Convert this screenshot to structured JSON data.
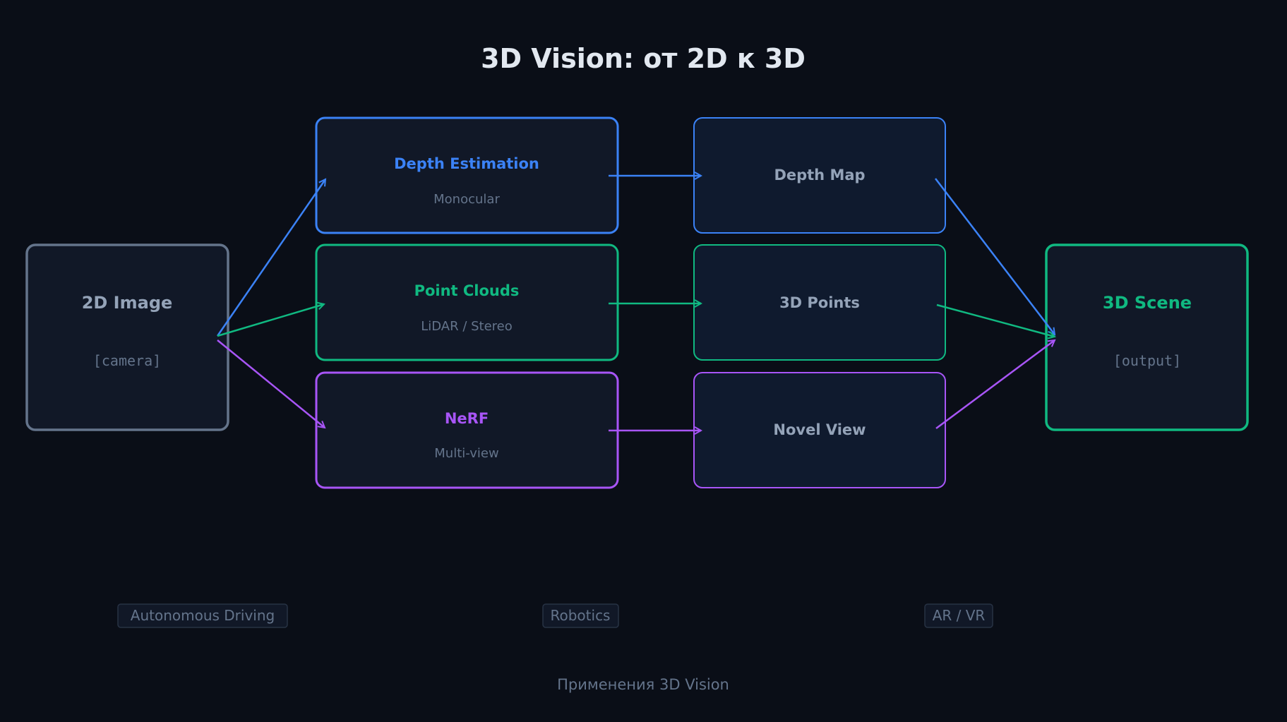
{
  "title": "3D Vision: от 2D к 3D",
  "input": {
    "title": "2D Image",
    "tag": "[camera]"
  },
  "methods": [
    {
      "title": "Depth Estimation",
      "subtitle": "Monocular",
      "color": "#3b82f6"
    },
    {
      "title": "Point Clouds",
      "subtitle": "LiDAR / Stereo",
      "color": "#10b981"
    },
    {
      "title": "NeRF",
      "subtitle": "Multi-view",
      "color": "#a855f7"
    }
  ],
  "outputs": [
    {
      "title": "Depth Map",
      "color": "#3b82f6"
    },
    {
      "title": "3D Points",
      "color": "#10b981"
    },
    {
      "title": "Novel View",
      "color": "#a855f7"
    }
  ],
  "result": {
    "title": "3D Scene",
    "tag": "[output]",
    "color": "#10b981"
  },
  "applications": [
    "Autonomous Driving",
    "Robotics",
    "AR / VR"
  ],
  "footer": "Применения 3D Vision",
  "colors": {
    "background": "#0a0e17",
    "box_fill": "#111827",
    "output_fill": "#0f1a2e",
    "input_border": "#64748b",
    "title_text": "#e2e8f0",
    "muted_text": "#94a3b8",
    "dim_text": "#64748b"
  }
}
